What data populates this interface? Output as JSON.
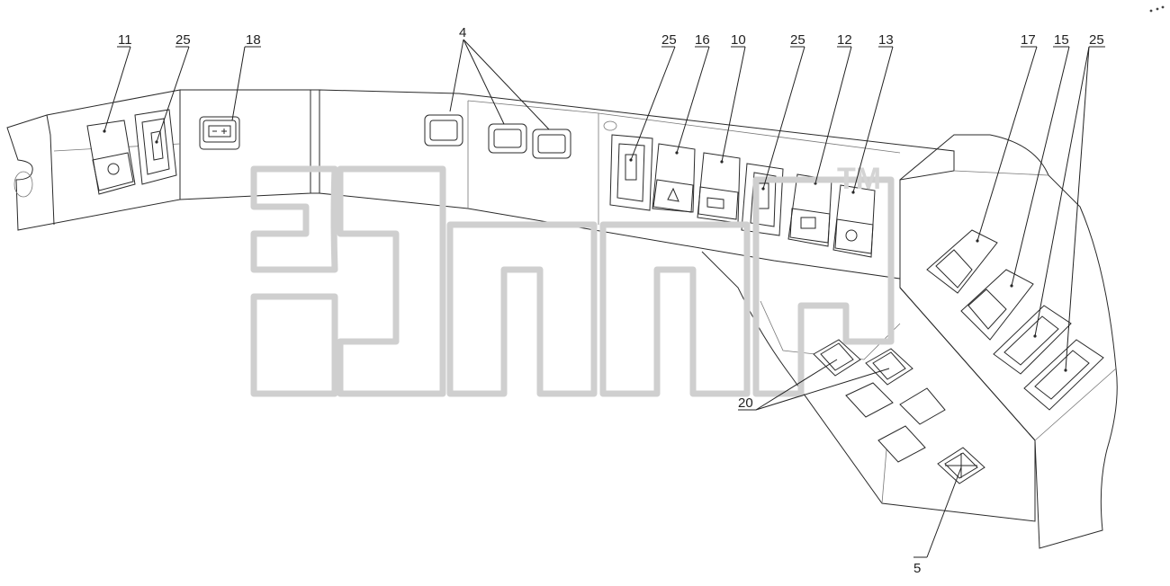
{
  "callouts": {
    "c11": "11",
    "c25a": "25",
    "c18": "18",
    "c4": "4",
    "c25b": "25",
    "c16": "16",
    "c10": "10",
    "c25c": "25",
    "c12": "12",
    "c13": "13",
    "c17": "17",
    "c15": "15",
    "c25d": "25",
    "c20": "20",
    "c5": "5"
  },
  "watermark": {
    "trademark": "TM"
  },
  "colors": {
    "line": "#2a2a2a",
    "watermark": "#cfcfcf"
  }
}
